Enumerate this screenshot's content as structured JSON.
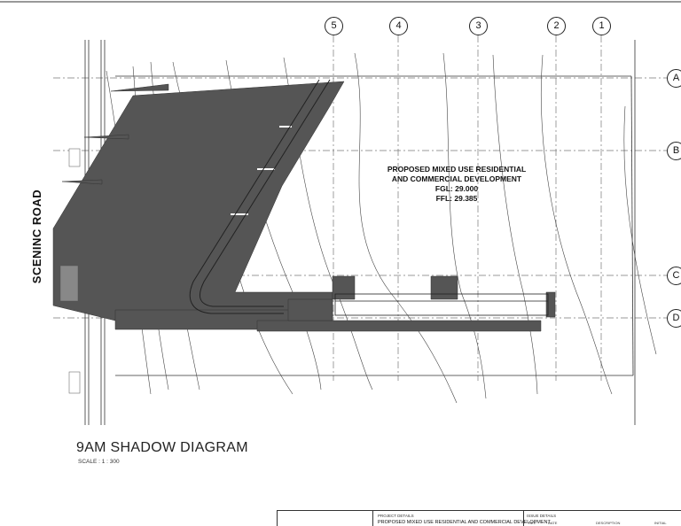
{
  "road_label": "SCENINC ROAD",
  "development": {
    "line1": "PROPOSED MIXED USE RESIDENTIAL",
    "line2": "AND COMMERCIAL DEVELOPMENT",
    "fgl": "FGL: 29.000",
    "ffl": "FFL: 29.385"
  },
  "diagram_title": "9AM SHADOW DIAGRAM",
  "scale_text": "SCALE : 1 : 300",
  "grid_columns": [
    "5",
    "4",
    "3",
    "2",
    "1"
  ],
  "grid_rows": [
    "A",
    "B",
    "C",
    "D"
  ],
  "title_block": {
    "project_heading": "PROJECT DETAILS",
    "project_name": "PROPOSED MIXED USE RESIDENTIAL AND COMMERCIAL DEVELOPMENT",
    "issue_heading": "ISSUE DETAILS",
    "col_rev": "REV",
    "col_date": "DATE",
    "col_description": "DESCRIPTION",
    "col_initial": "INITIAL"
  },
  "colors": {
    "shadow": "#555555",
    "line": "#333333",
    "grid": "#777777"
  }
}
